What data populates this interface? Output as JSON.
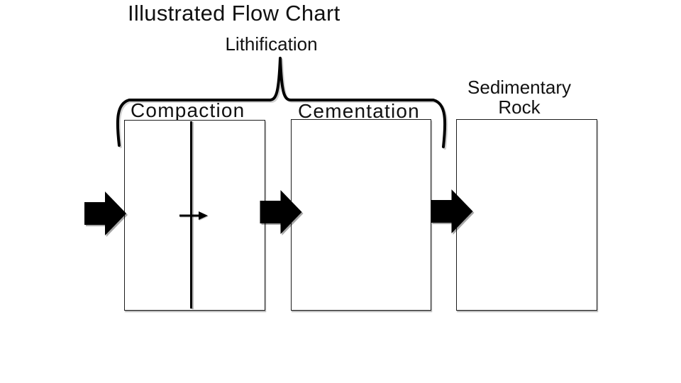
{
  "title": "Illustrated Flow Chart",
  "flow": {
    "brace_label": "Lithification",
    "stages": [
      {
        "label": "Compaction"
      },
      {
        "label": "Cementation"
      }
    ],
    "result": {
      "label": "Sedimentary Rock"
    }
  },
  "icons": {
    "flow_arrow": "right-block-arrow",
    "divider_arrow": "small-right-arrow",
    "brace": "top-curly-brace"
  },
  "colors": {
    "ink": "#000000",
    "background": "#ffffff",
    "shadow_gray": "#a0a0a0"
  }
}
